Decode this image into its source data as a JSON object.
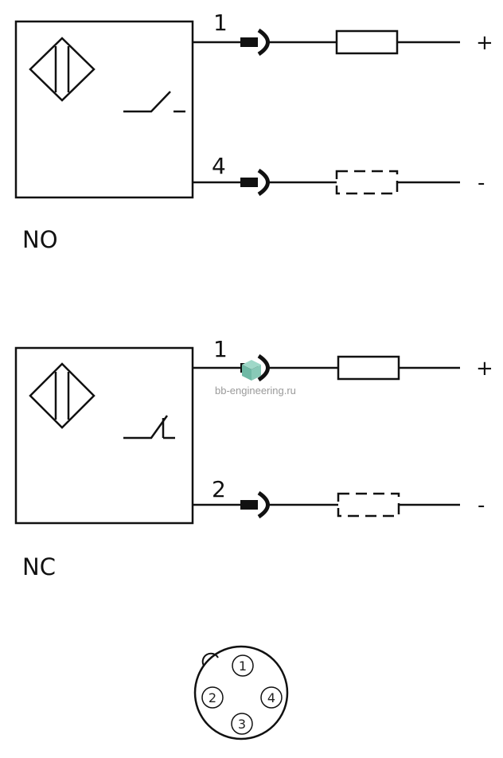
{
  "diagrams": [
    {
      "mode_label": "NO",
      "top_pin": "1",
      "bottom_pin": "4",
      "top_polarity": "+",
      "bottom_polarity": "-"
    },
    {
      "mode_label": "NC",
      "top_pin": "1",
      "bottom_pin": "2",
      "top_polarity": "+",
      "bottom_polarity": "-"
    }
  ],
  "watermark": "bb-engineering.ru",
  "connector": {
    "pins": [
      "1",
      "2",
      "3",
      "4"
    ]
  },
  "colors": {
    "line": "#111111",
    "watermark_icon": "#7fc7b5"
  }
}
